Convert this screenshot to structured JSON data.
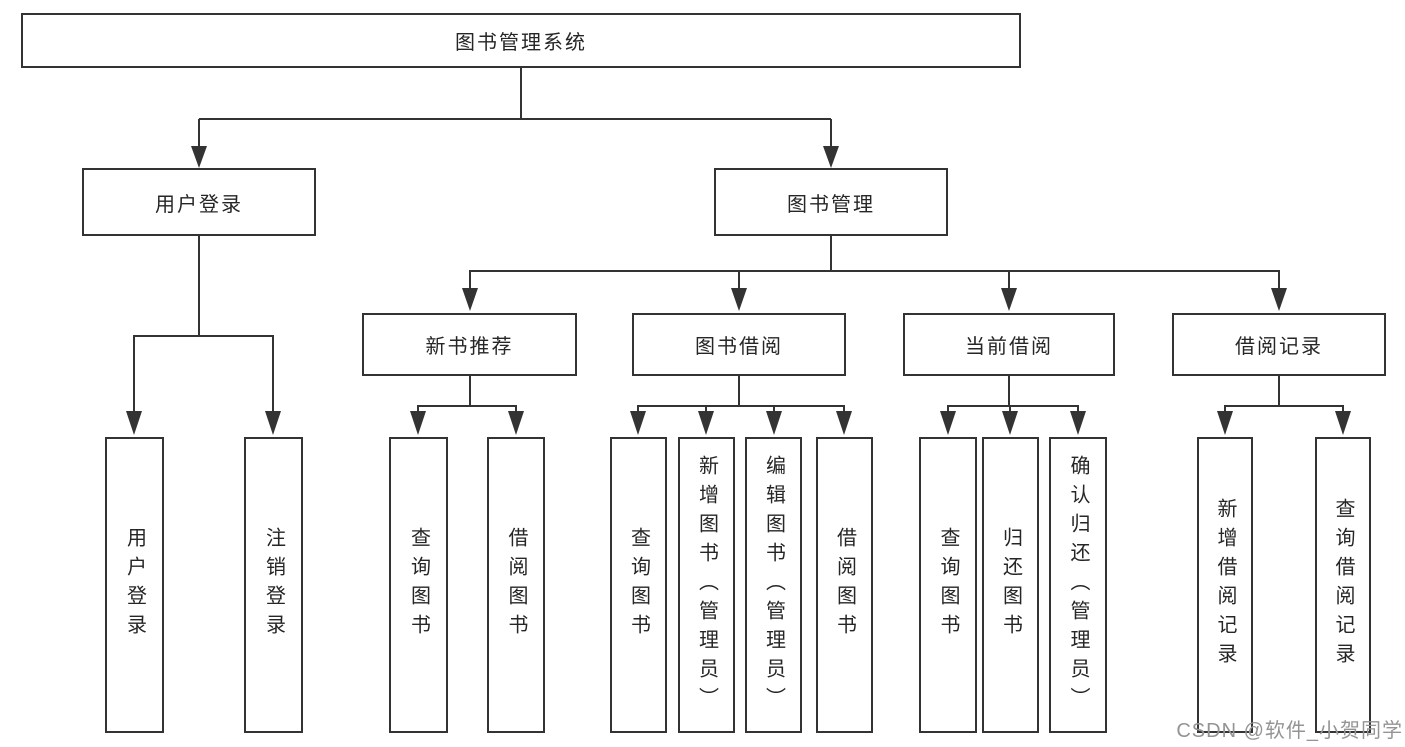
{
  "diagram": {
    "root": {
      "label": "图书管理系统"
    },
    "branches": [
      {
        "label": "用户登录",
        "children": [
          {
            "label": "用户登录"
          },
          {
            "label": "注销登录"
          }
        ]
      },
      {
        "label": "图书管理",
        "children": [
          {
            "label": "新书推荐",
            "children": [
              {
                "label": "查询图书"
              },
              {
                "label": "借阅图书"
              }
            ]
          },
          {
            "label": "图书借阅",
            "children": [
              {
                "label": "查询图书"
              },
              {
                "label": "新增图书（管理员）"
              },
              {
                "label": "编辑图书（管理员）"
              },
              {
                "label": "借阅图书"
              }
            ]
          },
          {
            "label": "当前借阅",
            "children": [
              {
                "label": "查询图书"
              },
              {
                "label": "归还图书"
              },
              {
                "label": "确认归还（管理员）"
              }
            ]
          },
          {
            "label": "借阅记录",
            "children": [
              {
                "label": "新增借阅记录"
              },
              {
                "label": "查询借阅记录"
              }
            ]
          }
        ]
      }
    ]
  },
  "watermark": {
    "text": "CSDN @软件_小贺同学"
  },
  "colors": {
    "line": "#333333",
    "box_border": "#333333",
    "text": "#262626",
    "watermark": "#949494",
    "background": "#ffffff"
  }
}
